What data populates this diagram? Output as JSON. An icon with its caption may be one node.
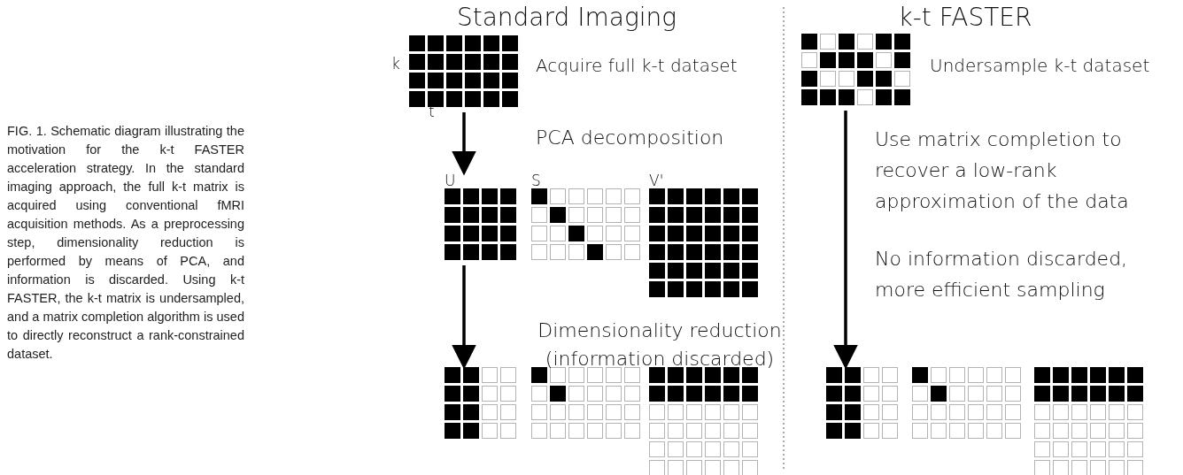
{
  "diagram": {
    "caption": "FIG. 1. Schematic diagram illustrating the motivation for the k-t FASTER acceleration strategy. In the standard imaging approach, the full k-t matrix is acquired using conventional fMRI acquisition methods. As a preprocessing step, dimensionality reduction is performed by means of PCA, and information is discarded. Using k-t FASTER, the k-t matrix is undersampled, and a matrix completion algorithm is used to directly reconstruct a rank-constrained dataset.",
    "nodes": [
      {
        "text": [],
        "shape": "grid",
        "beside": [
          "k",
          "t",
          "Acquire full k-t dataset"
        ]
      },
      {
        "text": [
          "U"
        ]
      },
      {
        "text": [
          "S"
        ]
      },
      {
        "text": [
          "V'"
        ]
      },
      {
        "text": [],
        "shape": "grid"
      },
      {
        "text": [],
        "shape": "grid"
      },
      {
        "text": [],
        "shape": "grid"
      },
      {
        "text": [],
        "shape": "grid",
        "beside": [
          "Undersample k-t dataset"
        ]
      },
      {
        "text": [],
        "shape": "grid"
      },
      {
        "text": [],
        "shape": "grid"
      },
      {
        "text": [],
        "shape": "grid"
      }
    ],
    "edges": [
      {
        "from": 0,
        "to": 1,
        "arrow": "to",
        "label": "PCA decomposition"
      },
      {
        "from": 1,
        "to": 4,
        "arrow": "to",
        "label": "Dimensionality reduction (information discarded)"
      },
      {
        "from": 7,
        "to": 8,
        "arrow": "to",
        "label": "Use matrix completion to recover a low-rank approximation of the data"
      }
    ],
    "labels": [
      "Standard Imaging",
      "k-t FASTER",
      "No information discarded, more efficient sampling"
    ]
  }
}
